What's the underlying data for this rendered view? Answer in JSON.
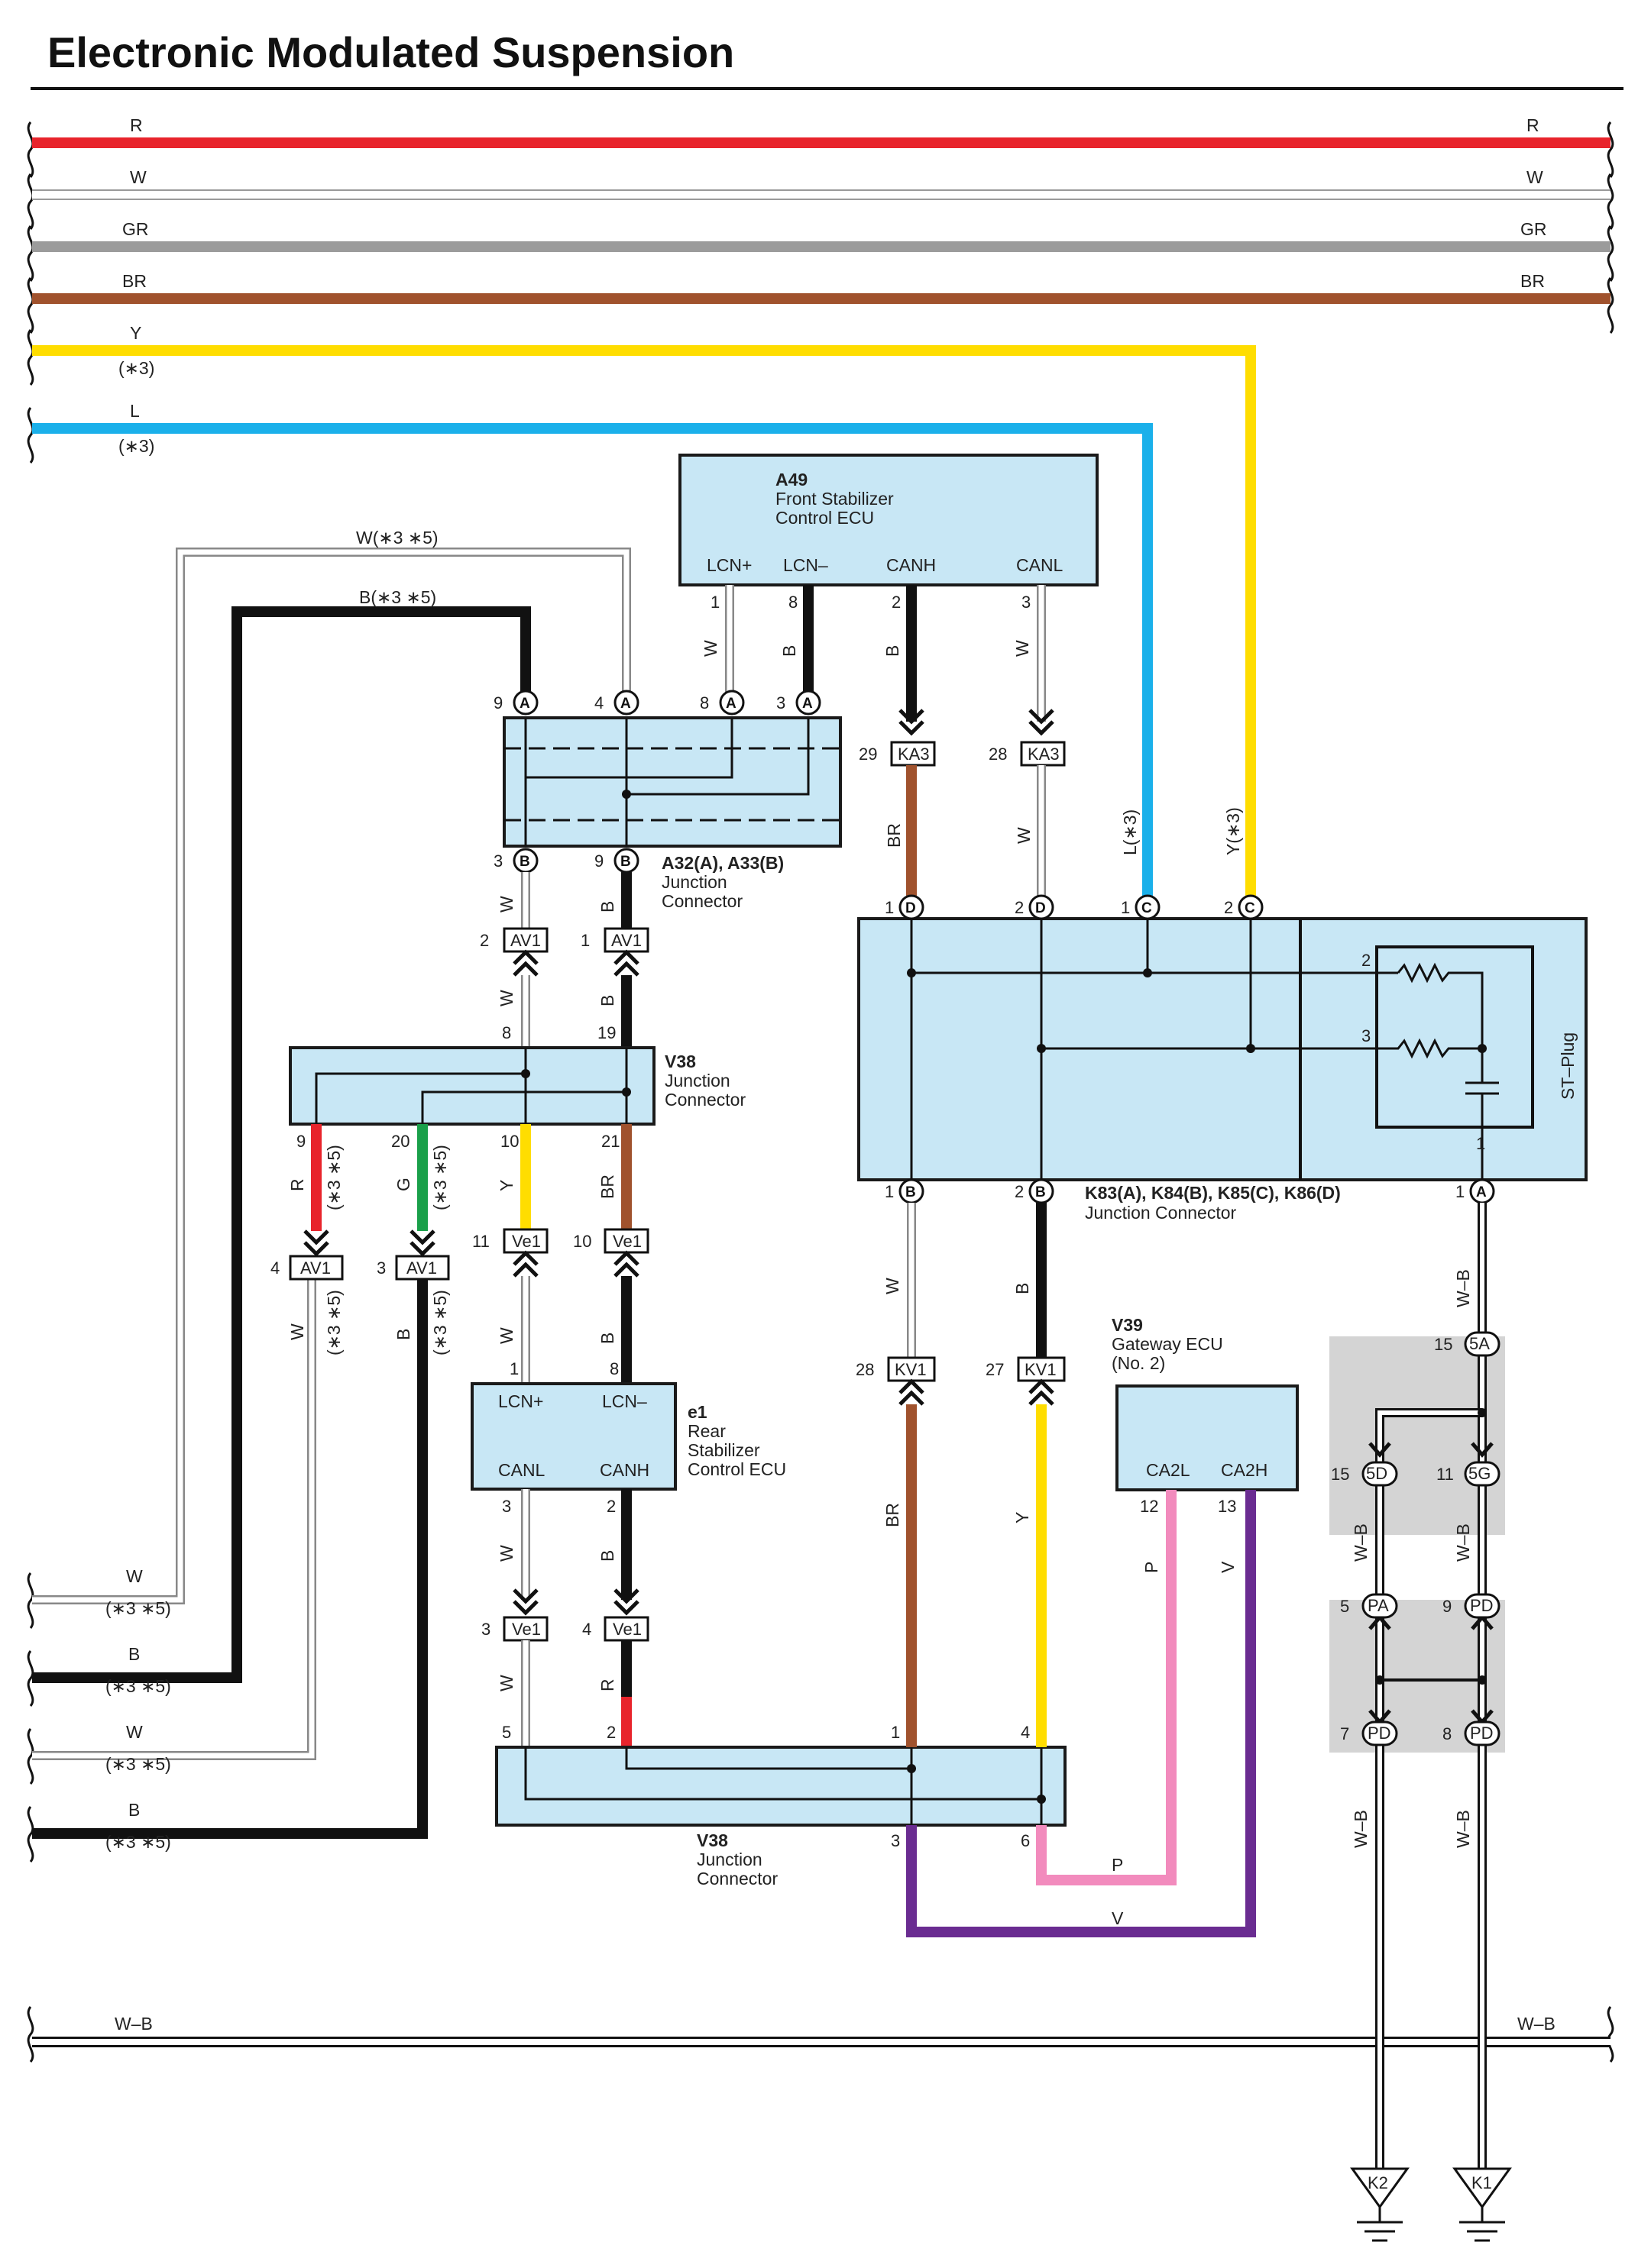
{
  "title": "Electronic Modulated Suspension",
  "bus_lines": {
    "r": {
      "left": "R",
      "right": "R",
      "color": "#e8242c"
    },
    "w": {
      "left": "W",
      "right": "W",
      "color": "#ffffff"
    },
    "gr": {
      "left": "GR",
      "right": "GR",
      "color": "#9b9b9b"
    },
    "br": {
      "left": "BR",
      "right": "BR",
      "color": "#a0522d"
    },
    "y": {
      "label": "Y",
      "note": "(∗3)",
      "color": "#ffdd00"
    },
    "l": {
      "label": "L",
      "note": "(∗3)",
      "color": "#1ab0ea"
    },
    "wb": {
      "left": "W–B",
      "right": "W–B"
    }
  },
  "left_wires": [
    {
      "color": "W",
      "note": "(∗3 ∗5)"
    },
    {
      "color": "B",
      "note": "(∗3 ∗5)"
    },
    {
      "color": "W",
      "note": "(∗3 ∗5)"
    },
    {
      "color": "B",
      "note": "(∗3 ∗5)"
    }
  ],
  "top_wire_labels": {
    "w": "W(∗3 ∗5)",
    "b": "B(∗3 ∗5)"
  },
  "a49": {
    "code": "A49",
    "name1": "Front Stabilizer",
    "name2": "Control ECU",
    "terms": [
      "LCN+",
      "LCN–",
      "CANH",
      "CANL"
    ],
    "pins": [
      "1",
      "8",
      "2",
      "3"
    ],
    "wires": [
      "W",
      "B",
      "B",
      "W"
    ]
  },
  "ka3": {
    "label": "KA3",
    "pin_a": "29",
    "pin_b": "28",
    "wire_a": "BR",
    "wire_b": "W"
  },
  "a32": {
    "code": "A32(A), A33(B)",
    "name1": "Junction",
    "name2": "Connector",
    "top_pins": [
      "9",
      "4",
      "8",
      "3"
    ],
    "top_tags": [
      "A",
      "A",
      "A",
      "A"
    ],
    "bot_pins": [
      "3",
      "9"
    ],
    "bot_tags": [
      "B",
      "B"
    ],
    "bot_wires": [
      "W",
      "B"
    ]
  },
  "av1_top": {
    "label": "AV1",
    "pin_a": "2",
    "pin_b": "1",
    "wire_a": "W",
    "wire_b": "B"
  },
  "v38_top": {
    "code": "V38",
    "name1": "Junction",
    "name2": "Connector",
    "top_pins": [
      "8",
      "19"
    ],
    "bot_pins": [
      "9",
      "20",
      "10",
      "21"
    ],
    "bot_wires": [
      "R",
      "G",
      "Y",
      "BR"
    ],
    "notes": [
      "(∗3 ∗5)",
      "(∗3 ∗5)"
    ]
  },
  "av1_low": {
    "label": "AV1",
    "pin_a": "4",
    "pin_b": "3",
    "wire_a": "W",
    "wire_b": "B",
    "note_a": "(∗3 ∗5)",
    "note_b": "(∗3 ∗5)"
  },
  "ve1_top": {
    "label": "Ve1",
    "pin_a": "11",
    "pin_b": "10",
    "wire_a": "W",
    "wire_b": "B"
  },
  "e1": {
    "code": "e1",
    "name1": "Rear",
    "name2": "Stabilizer",
    "name3": "Control ECU",
    "terms_top": [
      "LCN+",
      "LCN–"
    ],
    "terms_bot": [
      "CANL",
      "CANH"
    ],
    "pins_top": [
      "1",
      "8"
    ],
    "pins_bot": [
      "3",
      "2"
    ],
    "wires_bot": [
      "W",
      "B"
    ]
  },
  "ve1_low": {
    "label": "Ve1",
    "pin_a": "3",
    "pin_b": "4",
    "wire_a": "W",
    "wire_b": "R"
  },
  "v38_low": {
    "code": "V38",
    "name1": "Junction",
    "name2": "Connector",
    "top_pins": [
      "5",
      "2",
      "1",
      "4"
    ],
    "bot_pins": [
      "3",
      "6"
    ]
  },
  "k83": {
    "code": "K83(A), K84(B), K85(C), K86(D)",
    "name1": "Junction Connector",
    "top_pins": [
      "1",
      "2",
      "1",
      "2"
    ],
    "top_tags": [
      "D",
      "D",
      "C",
      "C"
    ],
    "top_wires": [
      "BR",
      "W",
      "L(∗3)",
      "Y(∗3)"
    ],
    "bot_pins": [
      "1",
      "2",
      "1"
    ],
    "bot_tags": [
      "B",
      "B",
      "A"
    ],
    "bot_wires": [
      "W",
      "B",
      "W–B"
    ],
    "st_plug": "ST–Plug",
    "st_pins": [
      "2",
      "3",
      "1"
    ]
  },
  "kv1": {
    "label": "KV1",
    "pin_a": "28",
    "pin_b": "27",
    "wire_a": "BR",
    "wire_b": "Y"
  },
  "v39": {
    "code": "V39",
    "name1": "Gateway ECU",
    "name2": "(No. 2)",
    "terms": [
      "CA2L",
      "CA2H"
    ],
    "pins": [
      "12",
      "13"
    ],
    "wires": [
      "P",
      "V"
    ]
  },
  "low_wires": {
    "p": "P",
    "v": "V"
  },
  "ground_conn": {
    "c5a": {
      "pin": "15",
      "tag": "5A"
    },
    "c5d": {
      "pin": "15",
      "tag": "5D"
    },
    "c5g": {
      "pin": "11",
      "tag": "5G"
    },
    "cpa": {
      "pin": "5",
      "tag": "PA"
    },
    "cpd1": {
      "pin": "9",
      "tag": "PD"
    },
    "cpd2": {
      "pin": "7",
      "tag": "PD"
    },
    "cpd3": {
      "pin": "8",
      "tag": "PD"
    },
    "wires": [
      "W–B",
      "W–B",
      "W–B",
      "W–B"
    ]
  },
  "grounds": [
    "K2",
    "K1"
  ]
}
